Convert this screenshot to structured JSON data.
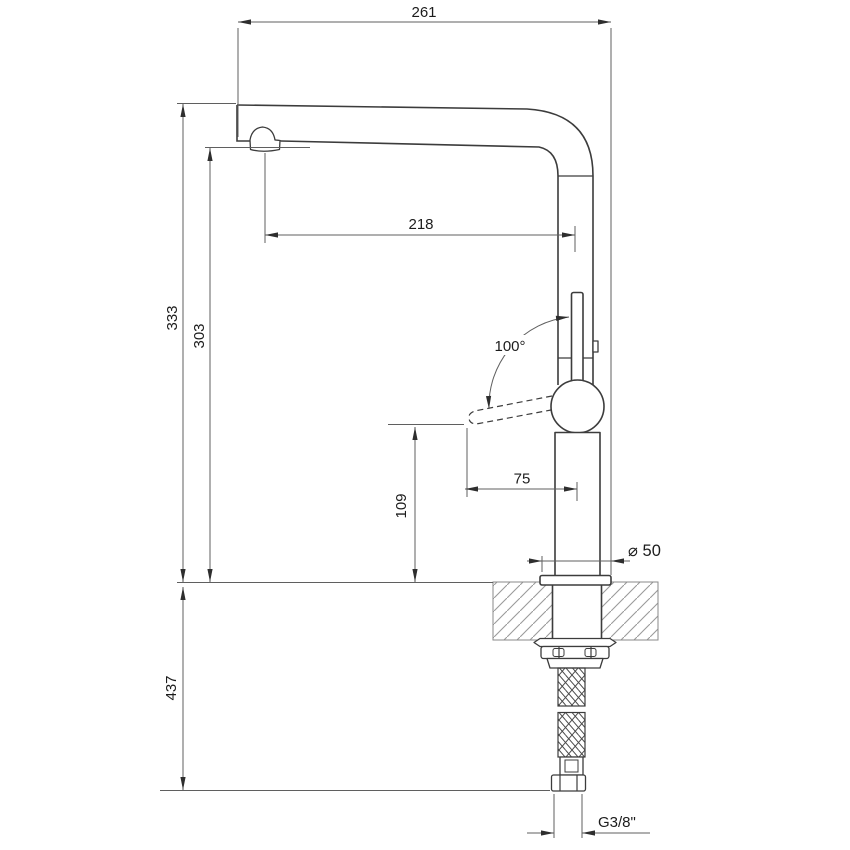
{
  "drawing": {
    "labels": {
      "spout_width": "261",
      "spout_reach": "218",
      "total_height": "333",
      "underside_height": "303",
      "handle_angle": "100°",
      "handle_height": "109",
      "handle_reach": "75",
      "base_diameter": "⌀ 50",
      "hose_length": "437",
      "thread": "G3/8\""
    },
    "colors": {
      "object_line": "#3c3c3c",
      "dimension_line": "#5f5f5f",
      "text": "#1c1c1c",
      "hatch": "#9a9a9a",
      "background": "#ffffff"
    }
  }
}
